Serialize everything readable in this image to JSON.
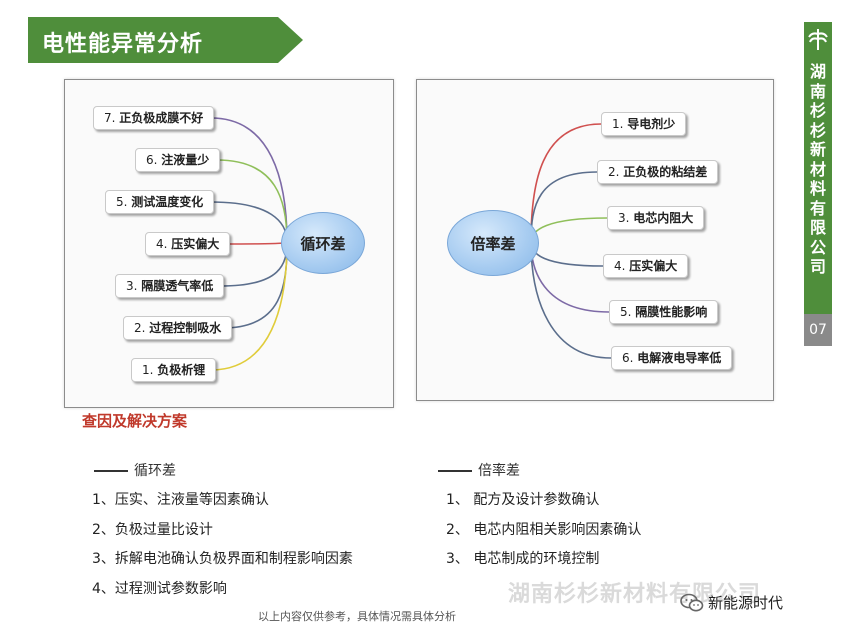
{
  "title": "电性能异常分析",
  "colors": {
    "brand_green": "#4f8e3b",
    "accent_red": "#c0392b",
    "hub_blue": "#a9cdf1"
  },
  "sidebar": {
    "company_chars": [
      "湖",
      "南",
      "杉",
      "杉",
      "新",
      "材",
      "料",
      "有",
      "限",
      "公",
      "司"
    ],
    "page_number": "07",
    "logo_icon": "company-logo-icon"
  },
  "left_map": {
    "hub": "循环差",
    "nodes": [
      {
        "num": "7.",
        "text": "正负极成膜不好",
        "color": "#7d6aa6"
      },
      {
        "num": "6.",
        "text": "注液量少",
        "color": "#8fbf5a"
      },
      {
        "num": "5.",
        "text": "测试温度变化",
        "color": "#5b6e8c"
      },
      {
        "num": "4.",
        "text": "压实偏大",
        "color": "#d0504f"
      },
      {
        "num": "3.",
        "text": "隔膜透气率低",
        "color": "#5b6e8c"
      },
      {
        "num": "2.",
        "text": "过程控制吸水",
        "color": "#5b6e8c"
      },
      {
        "num": "1.",
        "text": "负极析锂",
        "color": "#e0cc3a"
      }
    ]
  },
  "right_map": {
    "hub": "倍率差",
    "nodes": [
      {
        "num": "1.",
        "text": "导电剂少",
        "color": "#d0504f"
      },
      {
        "num": "2.",
        "text": "正负极的粘结差",
        "color": "#5b6e8c"
      },
      {
        "num": "3.",
        "text": "电芯内阻大",
        "color": "#8fbf5a"
      },
      {
        "num": "4.",
        "text": "压实偏大",
        "color": "#5b6e8c"
      },
      {
        "num": "5.",
        "text": "隔膜性能影响",
        "color": "#7d6aa6"
      },
      {
        "num": "6.",
        "text": "电解液电导率低",
        "color": "#5b6e8c"
      }
    ]
  },
  "solutions": {
    "heading": "查因及解决方案",
    "cycle": {
      "title": "循环差",
      "items": [
        "1、压实、注液量等因素确认",
        "2、负极过量比设计",
        "3、拆解电池确认负极界面和制程影响因素",
        "4、过程测试参数影响"
      ]
    },
    "rate": {
      "title": "倍率差",
      "items": [
        "1、 配方及设计参数确认",
        "2、 电芯内阻相关影响因素确认",
        "3、 电芯制成的环境控制"
      ]
    }
  },
  "footer": {
    "note": "以上内容仅供参考，具体情况需具体分析",
    "watermark": "湖南杉杉新材料有限公司",
    "wechat_name": "新能源时代",
    "wechat_icon": "wechat-icon"
  }
}
